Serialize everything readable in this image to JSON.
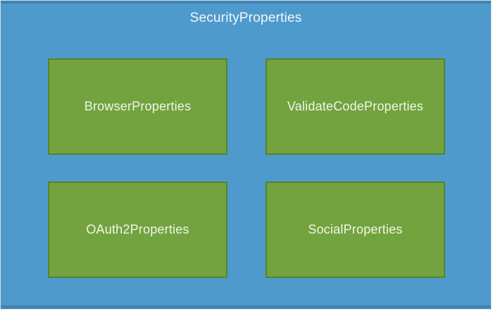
{
  "diagram": {
    "title": "SecurityProperties",
    "colors": {
      "container_fill": "#4f9acd",
      "container_edge_band": "#4083b4",
      "box_fill": "#73a33e",
      "box_border": "#55832d",
      "text": "#ffffff"
    },
    "boxes": [
      {
        "label": "BrowserProperties"
      },
      {
        "label": "ValidateCodeProperties"
      },
      {
        "label": "OAuth2Properties"
      },
      {
        "label": "SocialProperties"
      }
    ]
  }
}
